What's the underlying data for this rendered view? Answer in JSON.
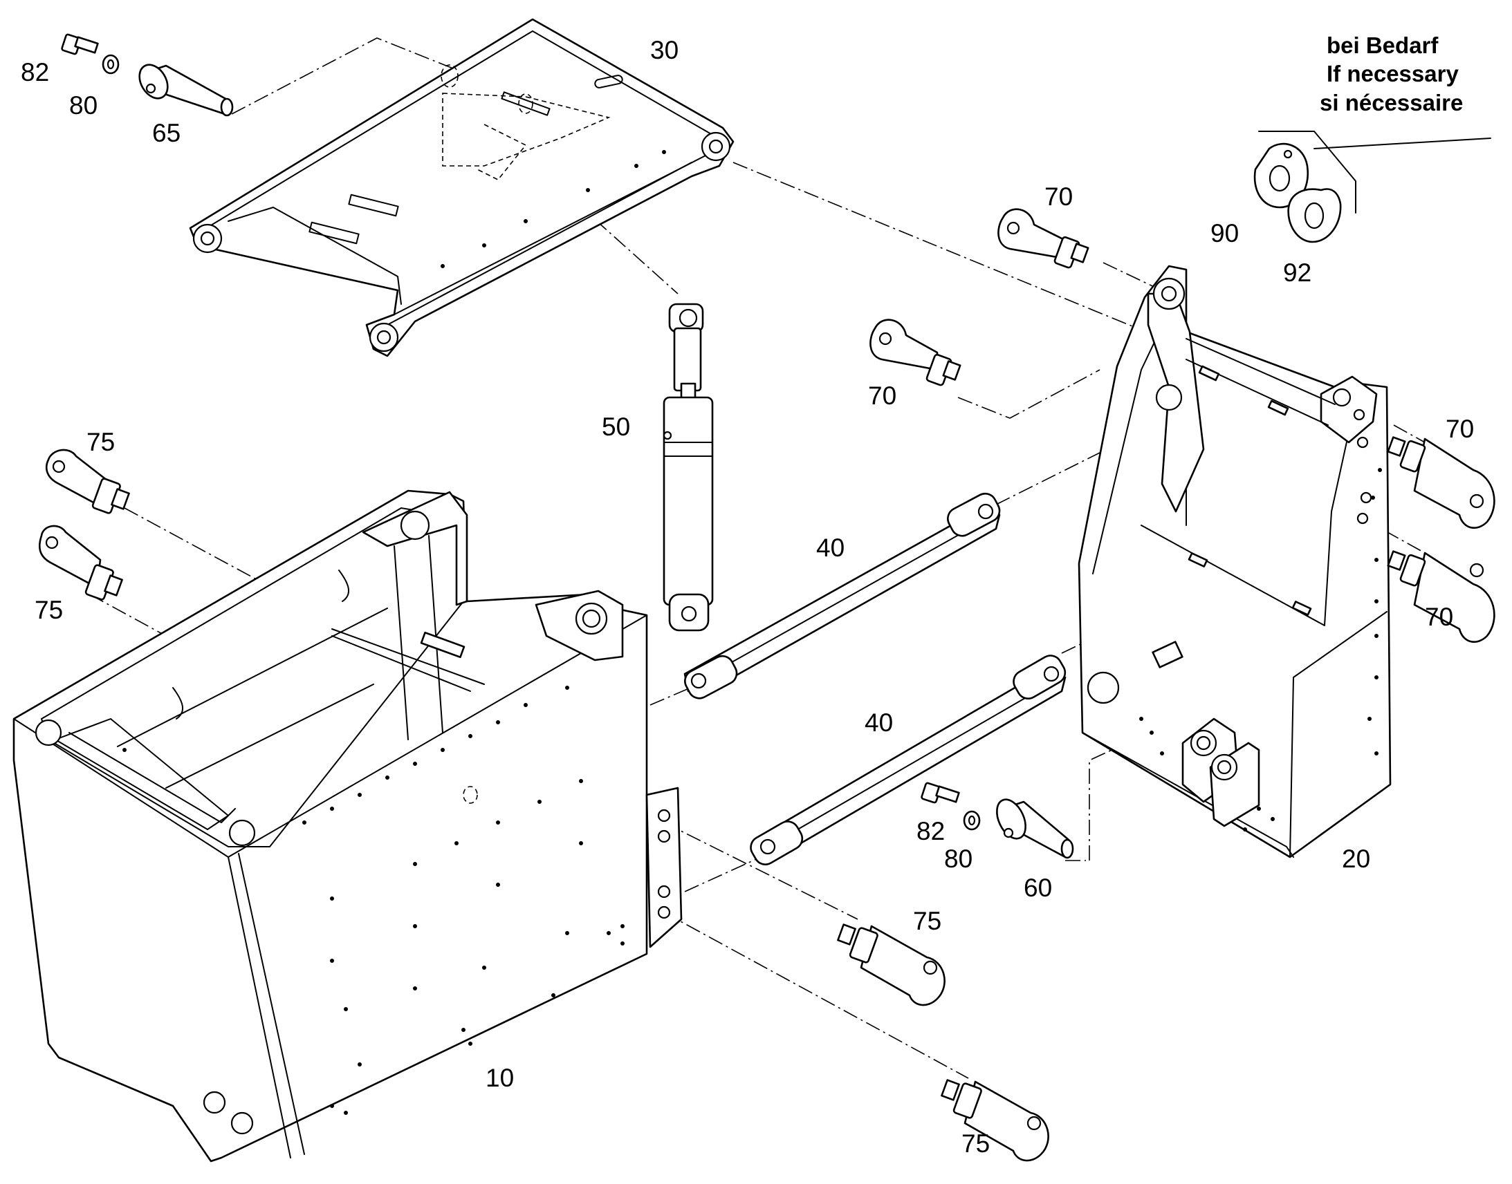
{
  "note": {
    "line1": "bei Bedarf",
    "line2": "If necessary",
    "line3": "si nécessaire"
  },
  "callouts": {
    "p10": "10",
    "p20": "20",
    "p30": "30",
    "p40a": "40",
    "p40b": "40",
    "p50": "50",
    "p60": "60",
    "p65": "65",
    "p70a": "70",
    "p70b": "70",
    "p70c": "70",
    "p70d": "70",
    "p75a": "75",
    "p75b": "75",
    "p75c": "75",
    "p75d": "75",
    "p80a": "80",
    "p80b": "80",
    "p82a": "82",
    "p82b": "82",
    "p90": "90",
    "p92": "92"
  }
}
